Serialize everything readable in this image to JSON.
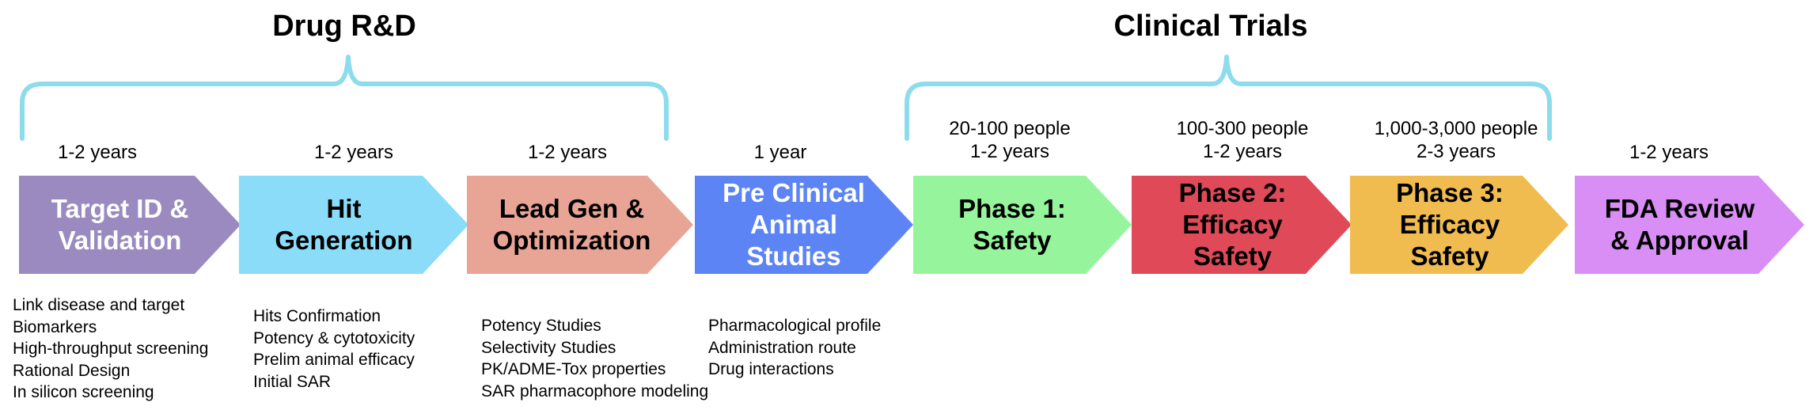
{
  "groups": {
    "drug_rd": "Drug R&D",
    "clinical_trials": "Clinical Trials"
  },
  "colors": {
    "brace": "#8ddcee",
    "target": "#9a8ac0",
    "hit": "#8adcf8",
    "lead": "#e8a494",
    "preclinical": "#5d84f4",
    "phase1": "#96f59c",
    "phase2": "#e04a58",
    "phase3": "#f0bc50",
    "fda": "#d88ef4"
  },
  "stages": [
    {
      "duration": [
        "1-2 years"
      ],
      "label": [
        "Target ID &",
        "Validation"
      ],
      "details": [
        "Link disease and target",
        "Biomarkers",
        "High-throughput screening",
        "Rational Design",
        "In silicon screening"
      ]
    },
    {
      "duration": [
        "1-2 years"
      ],
      "label": [
        "Hit",
        "Generation"
      ],
      "details": [
        "Hits Confirmation",
        "Potency & cytotoxicity",
        "Prelim animal efficacy",
        "Initial SAR"
      ]
    },
    {
      "duration": [
        "1-2 years"
      ],
      "label": [
        "Lead Gen &",
        "Optimization"
      ],
      "details": [
        "Potency Studies",
        "Selectivity Studies",
        "PK/ADME-Tox properties",
        "SAR pharmacophore modeling"
      ]
    },
    {
      "duration": [
        "1 year"
      ],
      "label": [
        "Pre Clinical",
        "Animal",
        "Studies"
      ],
      "details": [
        "Pharmacological profile",
        "Administration route",
        "Drug interactions"
      ]
    },
    {
      "duration": [
        "20-100 people",
        "1-2 years"
      ],
      "label": [
        "Phase 1:",
        "Safety"
      ],
      "details": []
    },
    {
      "duration": [
        "100-300 people",
        "1-2 years"
      ],
      "label": [
        "Phase 2:",
        "Efficacy",
        "Safety"
      ],
      "details": []
    },
    {
      "duration": [
        "1,000-3,000 people",
        "2-3 years"
      ],
      "label": [
        "Phase 3:",
        "Efficacy",
        "Safety"
      ],
      "details": []
    },
    {
      "duration": [
        "1-2 years"
      ],
      "label": [
        "FDA Review",
        "& Approval"
      ],
      "details": []
    }
  ]
}
